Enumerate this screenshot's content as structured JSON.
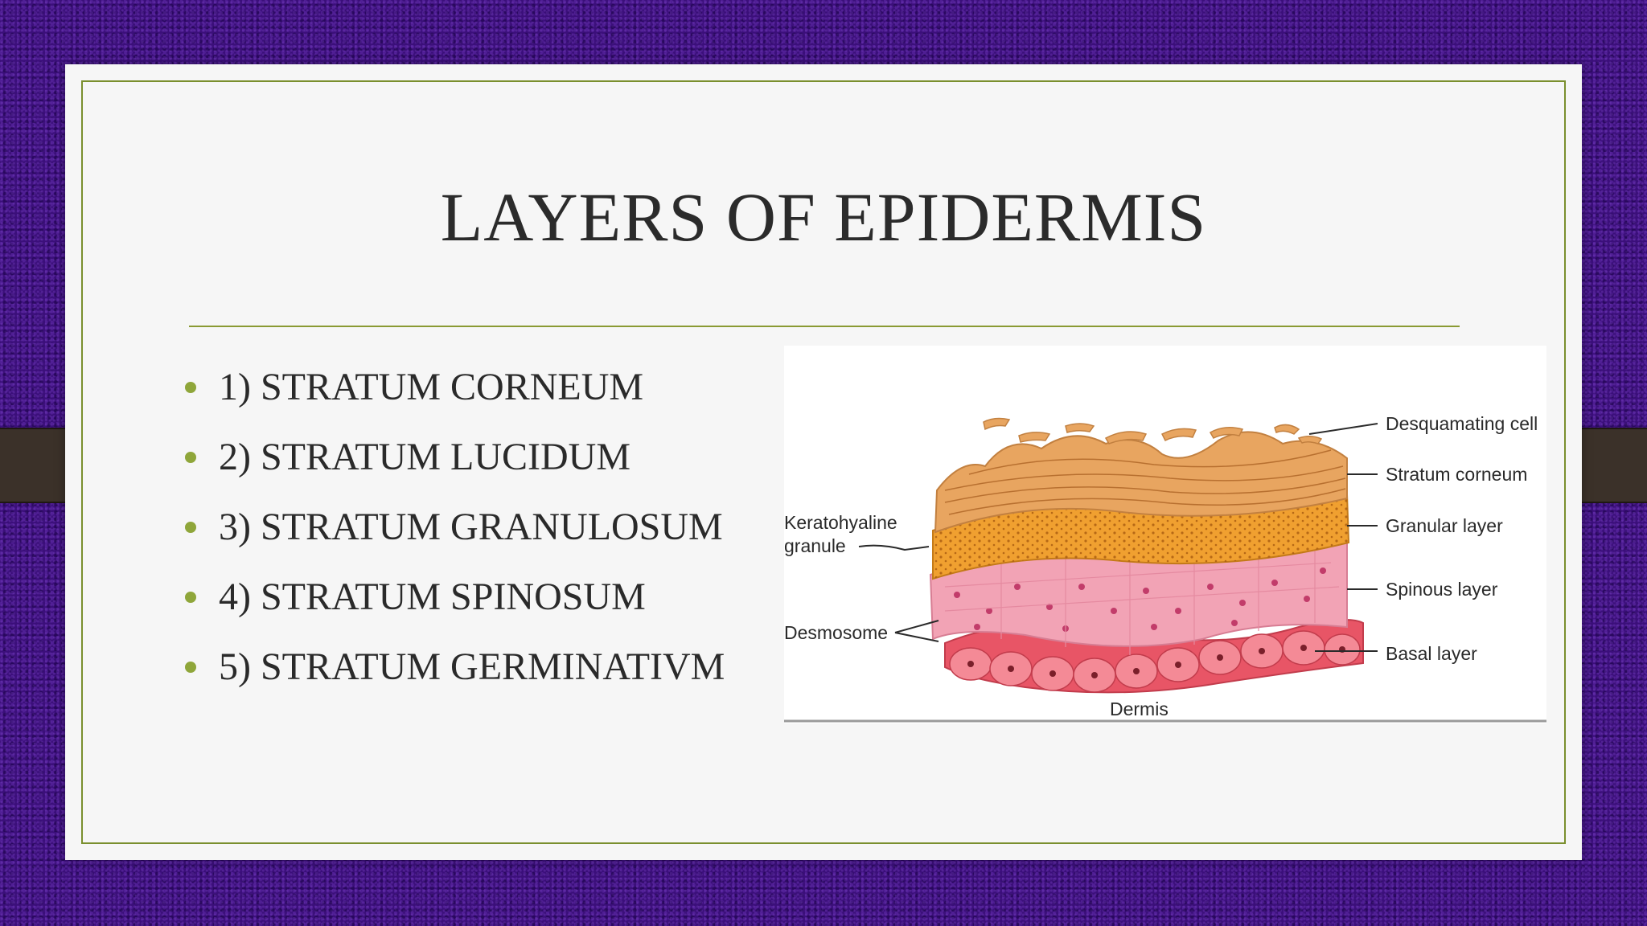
{
  "slide": {
    "title": "LAYERS OF EPIDERMIS",
    "bullets": [
      "1) STRATUM CORNEUM",
      "2) STRATUM LUCIDUM",
      "3) STRATUM GRANULOSUM",
      "4) STRATUM SPINOSUM",
      "5) STRATUM GERMINATIVM"
    ]
  },
  "figure": {
    "labels": {
      "desquamating": "Desquamating cell",
      "corneum": "Stratum corneum",
      "granular": "Granular layer",
      "spinous": "Spinous layer",
      "basal": "Basal layer",
      "keratohyaline_1": "Keratohyaline",
      "keratohyaline_2": "granule",
      "desmosome": "Desmosome",
      "dermis": "Dermis"
    }
  },
  "colors": {
    "background": "#3b0f7a",
    "accent": "#8fa63a",
    "corneum": "#e8a560",
    "granular": "#f0a030",
    "spinous": "#f2a3b5",
    "basal": "#e85566"
  }
}
